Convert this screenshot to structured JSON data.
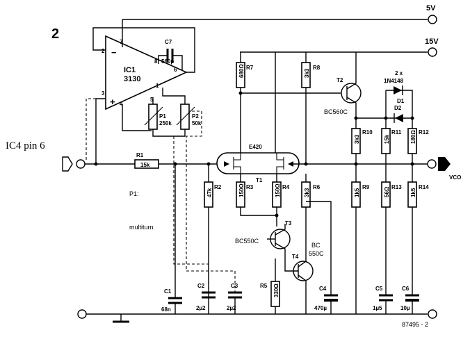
{
  "figure_number": "2",
  "input_note": "IC4 pin 6",
  "rails": {
    "v5": "5V",
    "v15": "15V"
  },
  "output_label": "VCO",
  "footer_code": "87495 - 2",
  "ic1": {
    "name": "IC1",
    "part": "3130",
    "pins": [
      "2",
      "7",
      "8",
      "6",
      "3",
      "4",
      "5",
      "1"
    ],
    "minus": "−",
    "plus": "+"
  },
  "components": {
    "C7": "C7",
    "C7_val": "560p",
    "P1": "P1",
    "P1_val": "250k",
    "P2": "P2",
    "P2_val": "50k",
    "R1": "R1",
    "R1_val": "15k",
    "R2": "R2",
    "R2_val": "47k",
    "R3": "R3",
    "R3_val": "150Ω",
    "R4": "R4",
    "R4_val": "150Ω",
    "R5": "R5",
    "R5_val": "330Ω",
    "R6": "R6",
    "R6_val": "3k3",
    "R7": "R7",
    "R7_val": "680Ω",
    "R8": "R8",
    "R8_val": "3k3",
    "R9": "R9",
    "R9_val": "1k5",
    "R10": "R10",
    "R10_val": "3k3",
    "R11": "R11",
    "R11_val": "15k",
    "R12": "R12",
    "R12_val": "180Ω",
    "R13": "R13",
    "R13_val": "56Ω",
    "R14": "R14",
    "R14_val": "1k5",
    "C1": "C1",
    "C1_val": "68n",
    "C2": "C2",
    "C2_val": "2µ2",
    "C3": "C3",
    "C3_val": "2µ2",
    "C4": "C4",
    "C4_val": "470µ",
    "C5": "C5",
    "C5_val": "1µ5",
    "C6": "C6",
    "C6_val": "10µ",
    "T1": "T1",
    "T1_part": "E420",
    "T2": "T2",
    "T2_part": "BC560C",
    "T3": "T3",
    "T3_part": "BC550C",
    "T4": "T4",
    "T4_part_a": "BC",
    "T4_part_b": "550C",
    "D1": "D1",
    "D2": "D2",
    "diodes_a": "2 x",
    "diodes_b": "1N4148"
  },
  "notes": {
    "p1_a": "P1:",
    "p1_b": "multiturn"
  }
}
